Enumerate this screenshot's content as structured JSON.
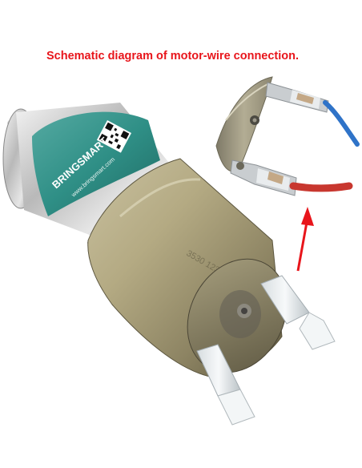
{
  "caption": {
    "text": "Schematic diagram of motor-wire connection.",
    "color": "#e8151b"
  },
  "motor_label": {
    "brand": "BRINGSMART",
    "website": "www.bringsmart.com",
    "band_color": "#2f8f86"
  },
  "can_marking": "3530 123",
  "arrow_color": "#e8151b",
  "wire_colors": {
    "upper": "#2f73c8",
    "lower": "#c8372f"
  },
  "icons": [
    "qr-code-icon",
    "red-arrow-icon"
  ]
}
